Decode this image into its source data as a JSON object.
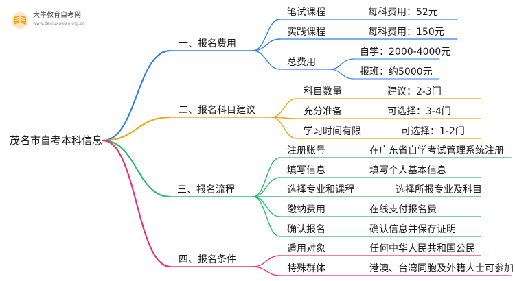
{
  "logo": {
    "title": "大牛教育自考网",
    "url": "www.daniuxueiao.org.cn",
    "accent": "#f5a623"
  },
  "root": "茂名市自考本科信息",
  "colors": {
    "blue": "#2f80ed",
    "orange": "#f2a516",
    "green": "#2dbb6f",
    "pink": "#e8336d"
  },
  "branches": [
    {
      "id": "b1",
      "label": "一、报名费用",
      "color": "blue",
      "children": [
        {
          "label": "笔试课程",
          "value": "每科费用：52元"
        },
        {
          "label": "实践课程",
          "value": "每科费用：150元"
        },
        {
          "label": "总费用",
          "subs": [
            "自学：2000-4000元",
            "报班：约5000元"
          ]
        }
      ]
    },
    {
      "id": "b2",
      "label": "二、报名科目建议",
      "color": "orange",
      "children": [
        {
          "label": "科目数量",
          "value": "建议：2-3门"
        },
        {
          "label": "充分准备",
          "value": "可选择：3-4门"
        },
        {
          "label": "学习时间有限",
          "value": "可选择：1-2门"
        }
      ]
    },
    {
      "id": "b3",
      "label": "三、报名流程",
      "color": "green",
      "children": [
        {
          "label": "注册账号",
          "value": "在广东省自学考试管理系统注册"
        },
        {
          "label": "填写信息",
          "value": "填写个人基本信息"
        },
        {
          "label": "选择专业和课程",
          "value": "选择所报专业及科目"
        },
        {
          "label": "缴纳费用",
          "value": "在线支付报名费"
        },
        {
          "label": "确认报名",
          "value": "确认信息并保存证明"
        }
      ]
    },
    {
      "id": "b4",
      "label": "四、报名条件",
      "color": "pink",
      "children": [
        {
          "label": "适用对象",
          "value": "任何中华人民共和国公民"
        },
        {
          "label": "特殊群体",
          "value": "港澳、台湾同胞及外籍人士可参加"
        }
      ]
    }
  ]
}
